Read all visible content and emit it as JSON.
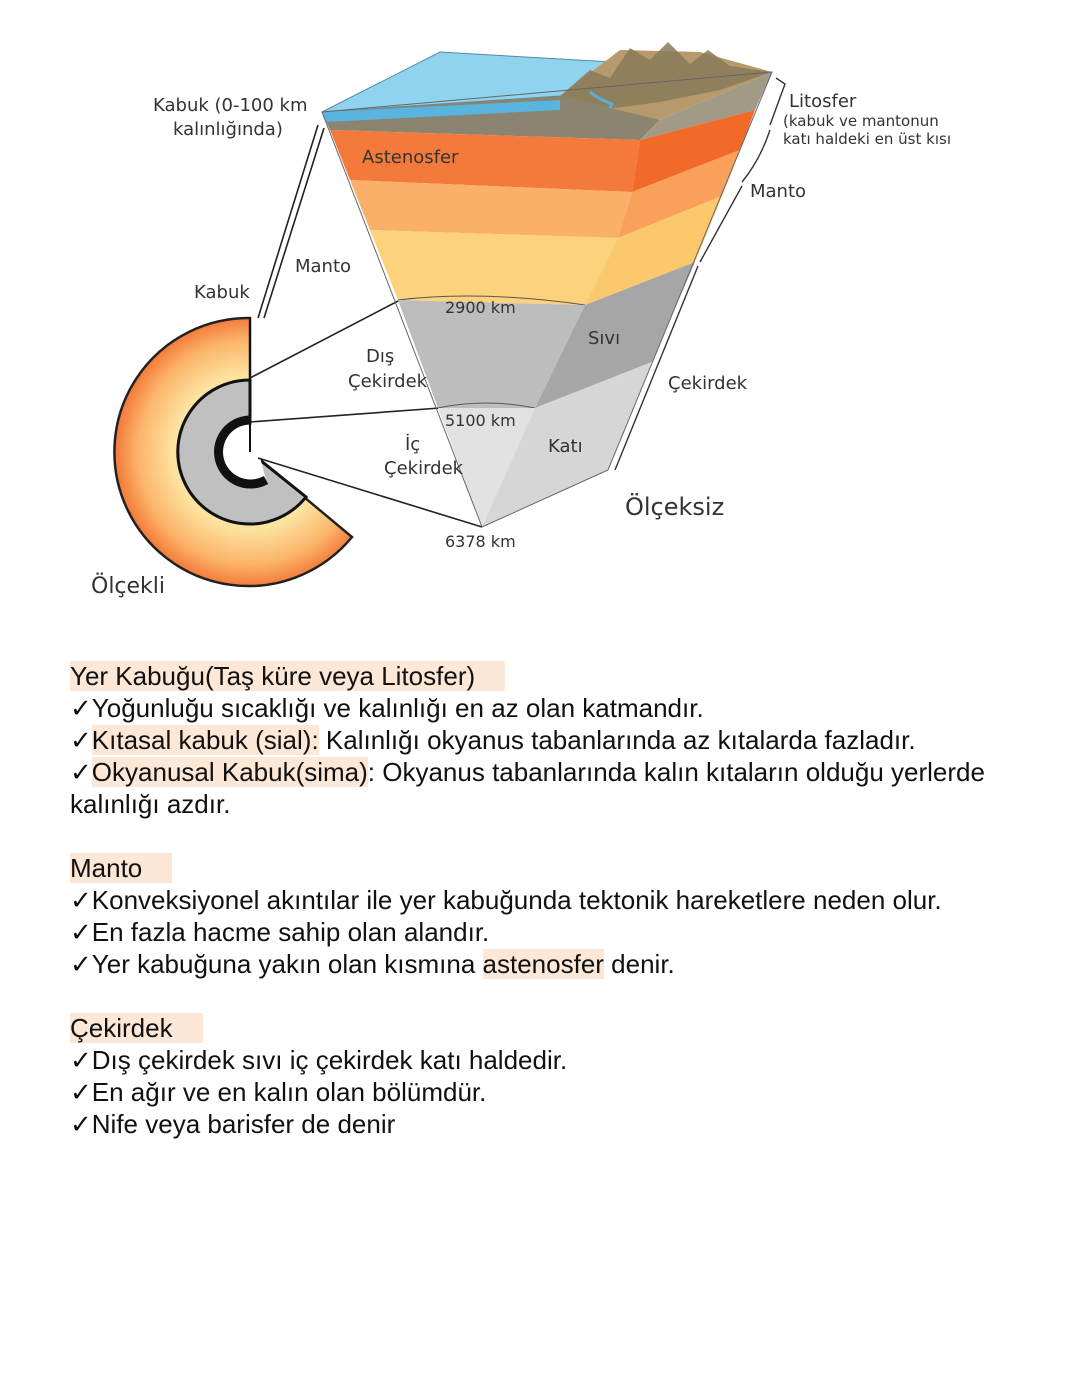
{
  "diagram": {
    "labels": {
      "kabuk_top_1": "Kabuk (0-100 km",
      "kabuk_top_2": "kalınlığında)",
      "astenosfer": "Astenosfer",
      "litosfer": "Litosfer",
      "litosfer_note_1": "(kabuk ve mantonun",
      "litosfer_note_2": "katı haldeki en üst kısı",
      "manto_right": "Manto",
      "manto_left": "Manto",
      "kabuk_left": "Kabuk",
      "depth_2900": "2900 km",
      "sivi": "Sıvı",
      "dis_cekirdek_1": "Dış",
      "dis_cekirdek_2": "Çekirdek",
      "cekirdek_right": "Çekirdek",
      "depth_5100": "5100 km",
      "ic_cekirdek_1": "İç",
      "ic_cekirdek_2": "Çekirdek",
      "kati": "Katı",
      "olceksiz": "Ölçeksiz",
      "depth_6378": "6378 km",
      "olcekli": "Ölçekli"
    },
    "colors": {
      "ocean": "#8fd3ef",
      "crust": "#8b8470",
      "astenosfer": "#f47a3c",
      "mantle_mid": "#fbb06a",
      "mantle_low": "#fdd27c",
      "outer_core": "#bdbdbd",
      "inner_core": "#e2e2e2"
    }
  },
  "notes": {
    "crust": {
      "heading": "Yer Kabuğu(Taş küre veya Litosfer)",
      "line1": "✓Yoğunluğu sıcaklığı ve kalınlığı en az olan katmandır.",
      "line2_check": "✓",
      "line2_hl": "Kıtasal kabuk (sial):",
      "line2_rest": " Kalınlığı okyanus tabanlarında az kıtalarda fazladır.",
      "line3_check": "✓",
      "line3_hl": "Okyanusal Kabuk(sima)",
      "line3_rest": ": Okyanus tabanlarında kalın kıtaların olduğu yerlerde kalınlığı azdır."
    },
    "mantle": {
      "heading": "Manto",
      "line1": "✓Konveksiyonel akıntılar ile yer kabuğunda tektonik hareketlere neden olur.",
      "line2": "✓En fazla hacme sahip olan alandır.",
      "line3_pre": "✓Yer kabuğuna yakın olan kısmına ",
      "line3_hl": "astenosfer",
      "line3_post": " denir."
    },
    "core": {
      "heading": "Çekirdek",
      "line1": "✓Dış çekirdek sıvı iç çekirdek katı haldedir.",
      "line2": "✓En ağır ve en kalın olan bölümdür.",
      "line3": "✓Nife veya barisfer de denir"
    }
  }
}
